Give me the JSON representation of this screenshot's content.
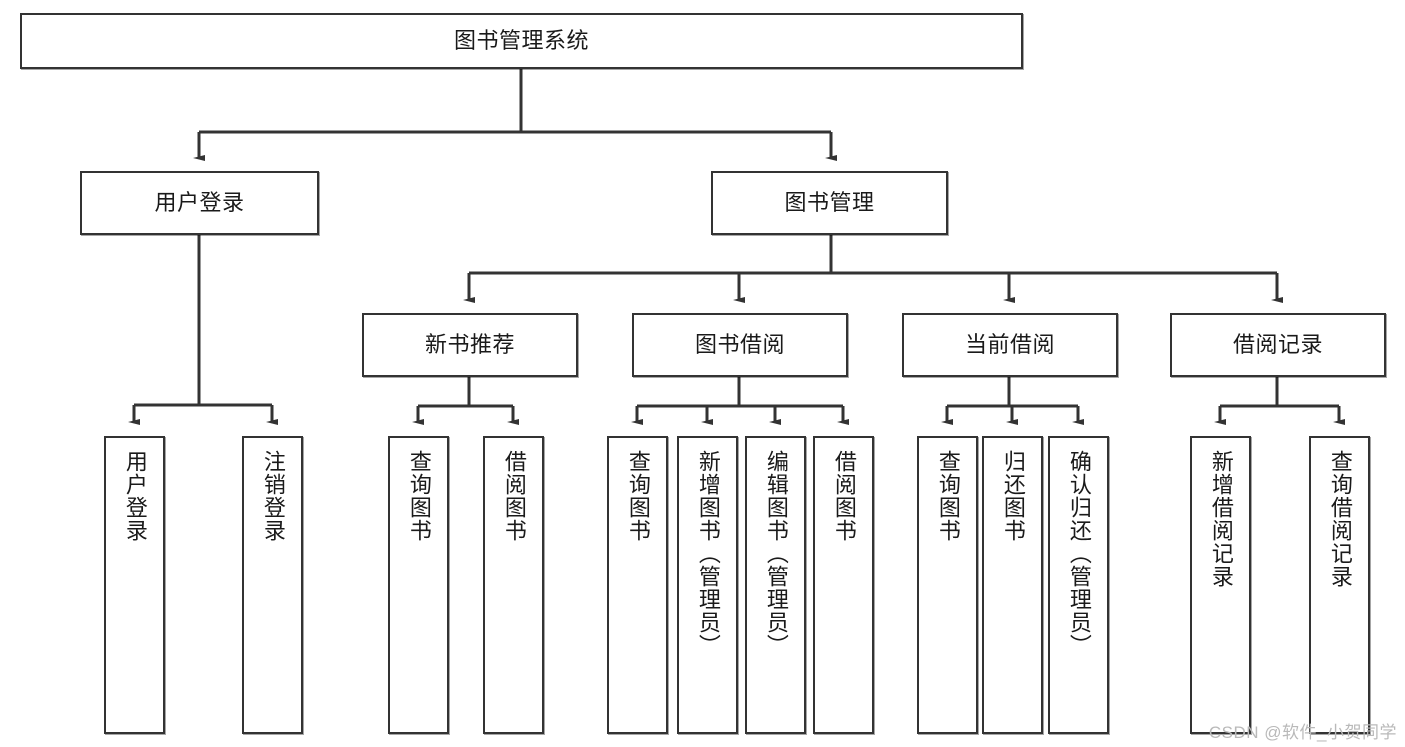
{
  "diagram": {
    "title": "图书管理系统",
    "type": "tree",
    "theme": {
      "box_border": "#333333",
      "box_fill": "#ffffff",
      "connector": "#333333",
      "text": "#1a1a1a",
      "background": "#ffffff",
      "watermark": "#b9b9b9"
    },
    "root": {
      "label": "图书管理系统"
    },
    "level2": [
      {
        "label": "用户登录"
      },
      {
        "label": "图书管理"
      }
    ],
    "level3": [
      {
        "label": "新书推荐"
      },
      {
        "label": "图书借阅"
      },
      {
        "label": "当前借阅"
      },
      {
        "label": "借阅记录"
      }
    ],
    "leaves": {
      "user_login": [
        {
          "label": "用户登录"
        },
        {
          "label": "注销登录"
        }
      ],
      "new_book_recommend": [
        {
          "label": "查询图书"
        },
        {
          "label": "借阅图书"
        }
      ],
      "book_borrow": [
        {
          "label": "查询图书"
        },
        {
          "label": "新增图书（管理员）"
        },
        {
          "label": "编辑图书（管理员）"
        },
        {
          "label": "借阅图书"
        }
      ],
      "current_borrow": [
        {
          "label": "查询图书"
        },
        {
          "label": "归还图书"
        },
        {
          "label": "确认归还（管理员）"
        }
      ],
      "borrow_record": [
        {
          "label": "新增借阅记录"
        },
        {
          "label": "查询借阅记录"
        }
      ]
    }
  },
  "watermark": {
    "text": "CSDN @软件_小贺同学"
  }
}
